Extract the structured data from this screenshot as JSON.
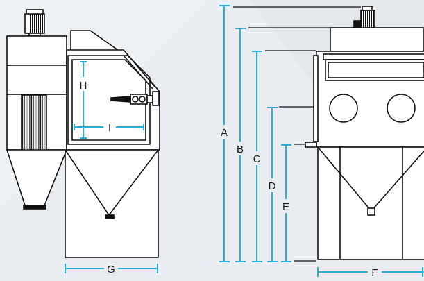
{
  "colors": {
    "background": "#e9ecf0",
    "dimension_line": "#2ab0d6",
    "drawing_line": "#111111",
    "machine_fill": "#ffffff"
  },
  "dimensions": {
    "A": "A",
    "B": "B",
    "C": "C",
    "D": "D",
    "E": "E",
    "F": "F",
    "G": "G",
    "H": "H",
    "I": "I"
  }
}
